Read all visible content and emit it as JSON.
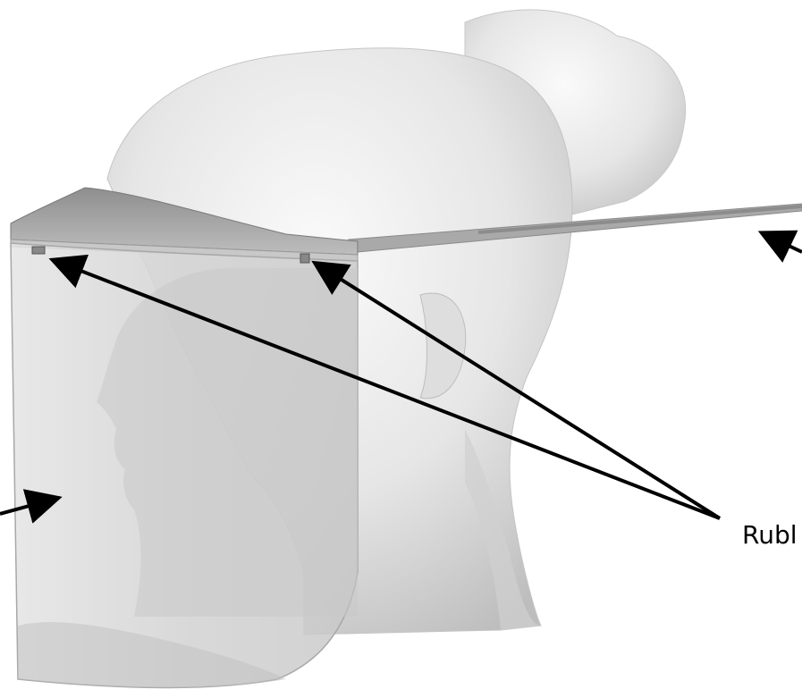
{
  "labels": {
    "callout_text": "Rubl"
  },
  "colors": {
    "background": "#ffffff",
    "head_light": "#f2f2f2",
    "head_mid": "#dcdcdc",
    "head_shadow": "#b8b8b8",
    "shield_fill": "#d6d6d6",
    "band_top": "#9a9a9a",
    "strap": "#a8a8a8",
    "arrow": "#000000"
  },
  "icons": {
    "arrow": "black-arrow",
    "clip": "small-square-clip"
  }
}
